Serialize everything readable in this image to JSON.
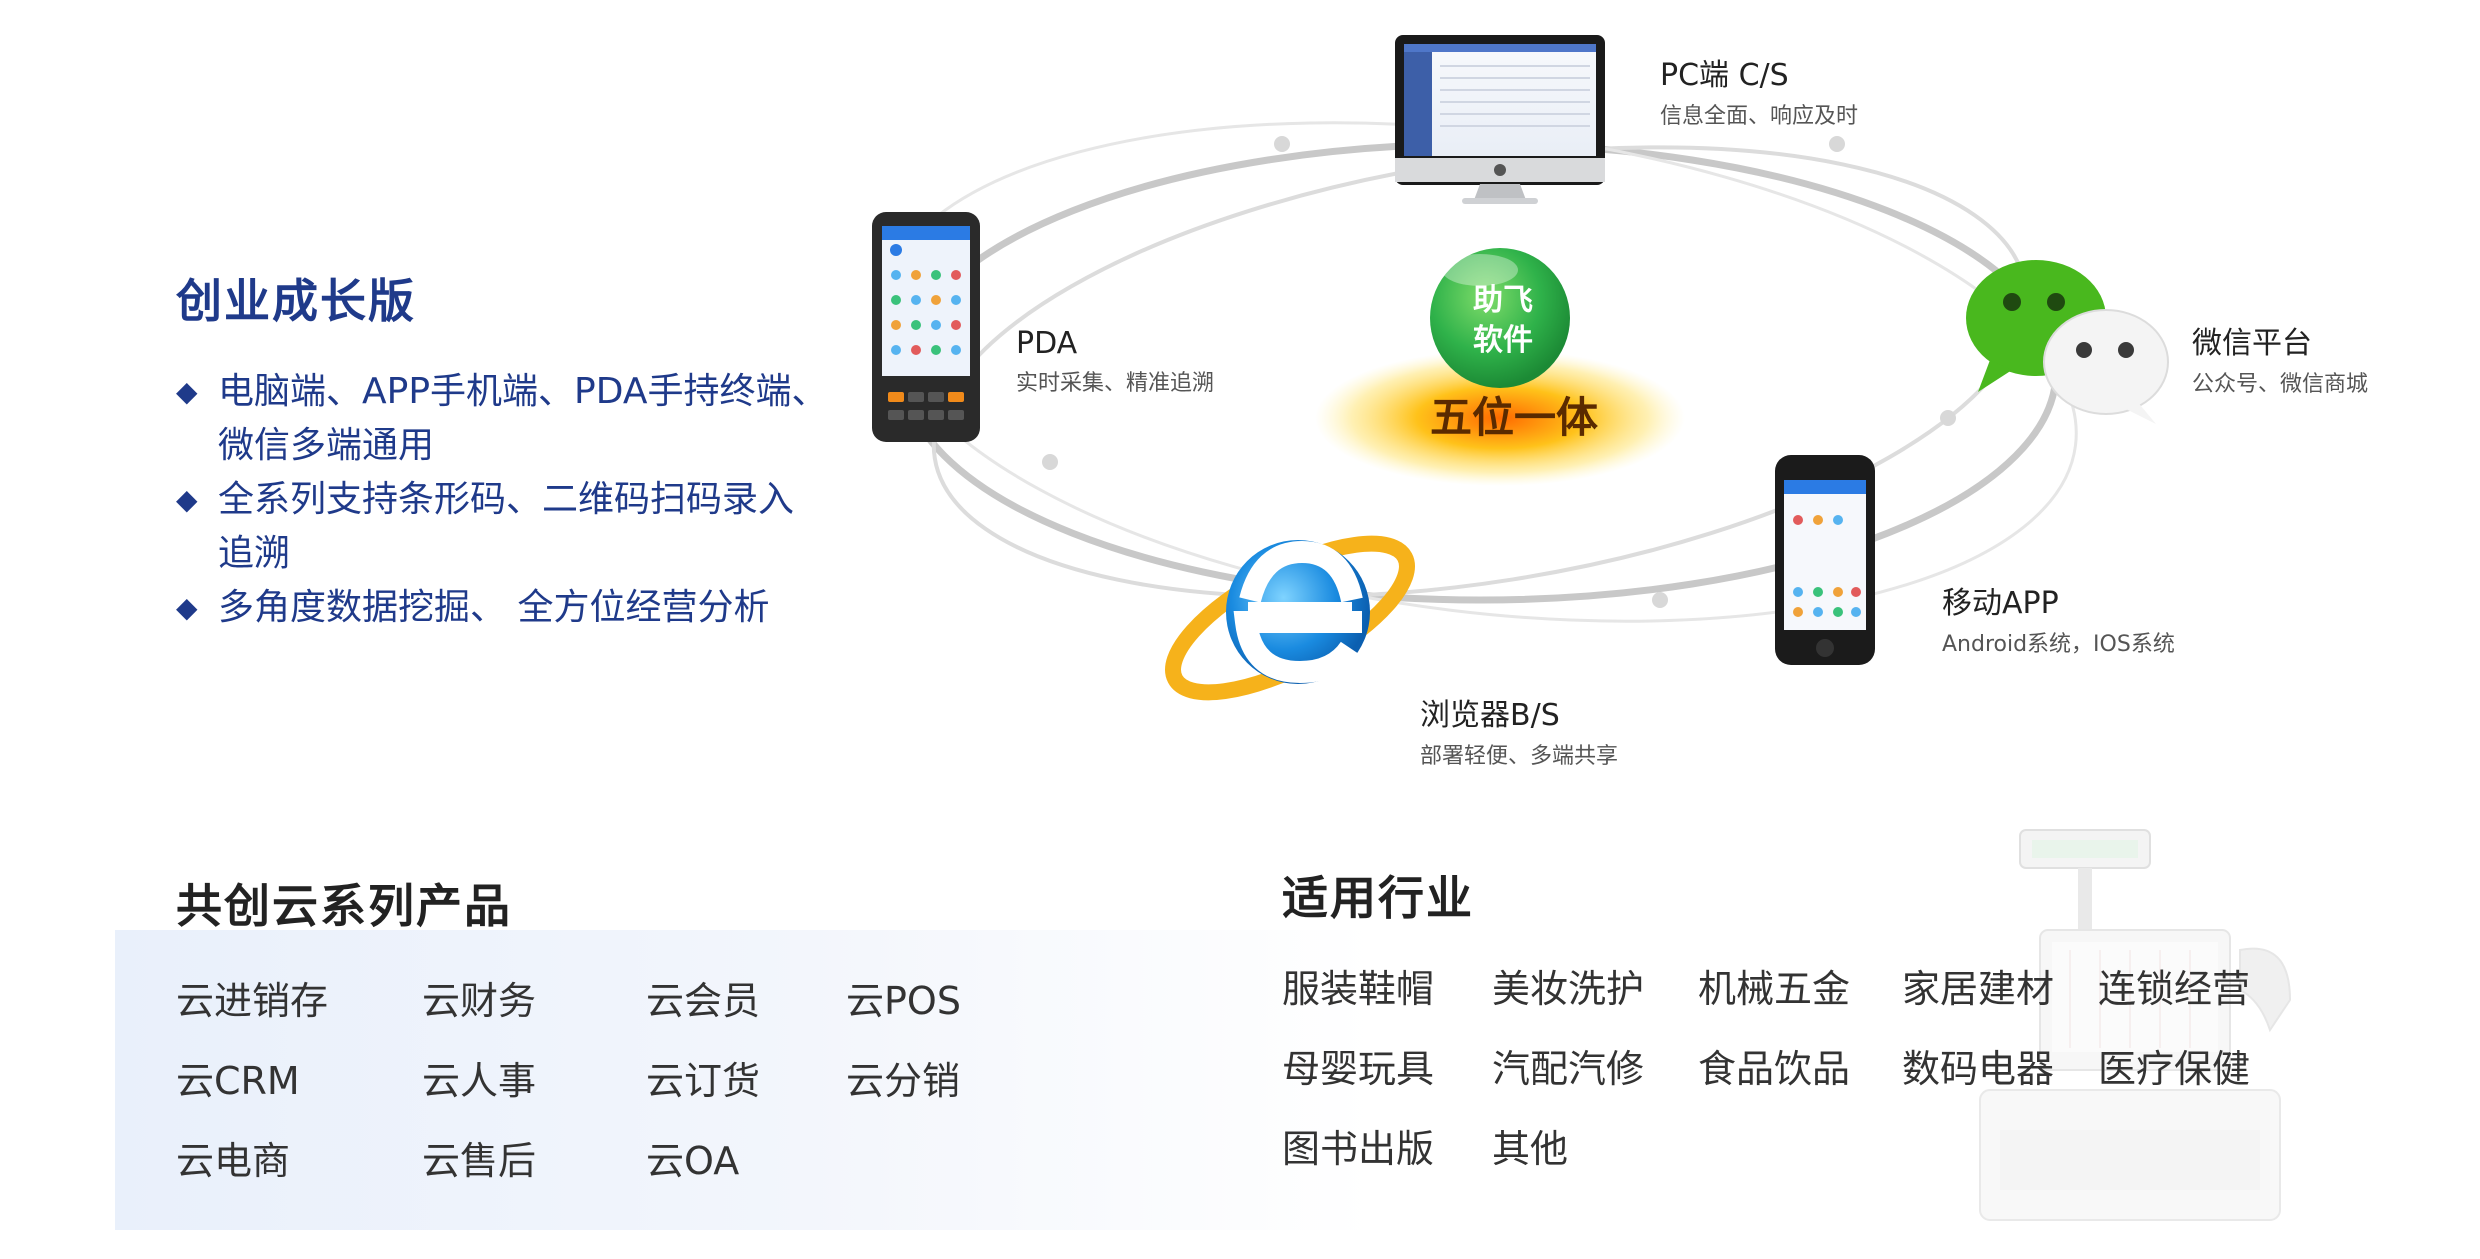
{
  "edition": {
    "title": "创业成长版",
    "features": [
      {
        "line1": "电脑端、APP手机端、PDA手持终端、",
        "line2": "微信多端通用"
      },
      {
        "line1": "全系列支持条形码、二维码扫码录入",
        "line2": "追溯"
      },
      {
        "line1": "多角度数据挖掘、 全方位经营分析",
        "line2": ""
      }
    ],
    "bullet": "◆"
  },
  "center": {
    "badge_line1": "助飞",
    "badge_line2": "软件",
    "slogan": "五位一体"
  },
  "devices": {
    "pc": {
      "title": "PC端 C/S",
      "subtitle": "信息全面、响应及时"
    },
    "pda": {
      "title": "PDA",
      "subtitle": "实时采集、精准追溯"
    },
    "wechat": {
      "title": "微信平台",
      "subtitle": "公众号、微信商城"
    },
    "mobile": {
      "title": "移动APP",
      "subtitle": "Android系统，IOS系统"
    },
    "browser": {
      "title": "浏览器B/S",
      "subtitle": "部署轻便、多端共享"
    }
  },
  "products": {
    "title": "共创云系列产品",
    "items": [
      "云进销存",
      "云财务",
      "云会员",
      "云POS",
      "云CRM",
      "云人事",
      "云订货",
      "云分销",
      "云电商",
      "云售后",
      "云OA"
    ]
  },
  "industries": {
    "title": "适用行业",
    "items": [
      "服装鞋帽",
      "美妆洗护",
      "机械五金",
      "家居建材",
      "连锁经营",
      "母婴玩具",
      "汽配汽修",
      "食品饮品",
      "数码电器",
      "医疗保健",
      "图书出版",
      "其他"
    ]
  },
  "colors": {
    "accent_blue": "#1f3a8a",
    "badge_green": "#2fb24a",
    "slogan_orange": "#f59a1a",
    "wechat_green": "#49b81e"
  },
  "icons": {
    "pc": "monitor-icon",
    "pda": "pda-device-icon",
    "wechat": "wechat-logo-icon",
    "mobile": "smartphone-icon",
    "browser": "internet-explorer-icon",
    "register": "cash-register-icon"
  }
}
